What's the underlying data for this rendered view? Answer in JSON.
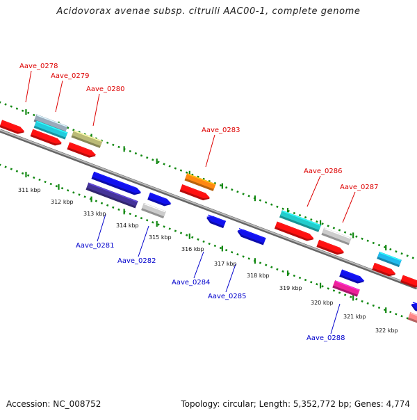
{
  "title": "Acidovorax avenae subsp. citrulli AAC00-1, complete genome",
  "footer": {
    "accession": "Accession: NC_008752",
    "summary": "Topology: circular; Length: 5,352,772 bp; Genes: 4,774"
  },
  "colors": {
    "forward_label": "#dd0000",
    "reverse_label": "#0000cc",
    "tick": "#118811",
    "backbone": "#888888"
  },
  "scale_labels": [
    "311 kbp",
    "312 kbp",
    "313 kbp",
    "314 kbp",
    "315 kbp",
    "316 kbp",
    "317 kbp",
    "318 kbp",
    "319 kbp",
    "320 kbp",
    "321 kbp",
    "322 kbp"
  ],
  "gene_labels": {
    "forward": [
      "Aave_0278",
      "Aave_0279",
      "Aave_0280",
      "Aave_0283",
      "Aave_0286",
      "Aave_0287"
    ],
    "reverse": [
      "Aave_0281",
      "Aave_0282",
      "Aave_0284",
      "Aave_0285",
      "Aave_0288"
    ]
  }
}
